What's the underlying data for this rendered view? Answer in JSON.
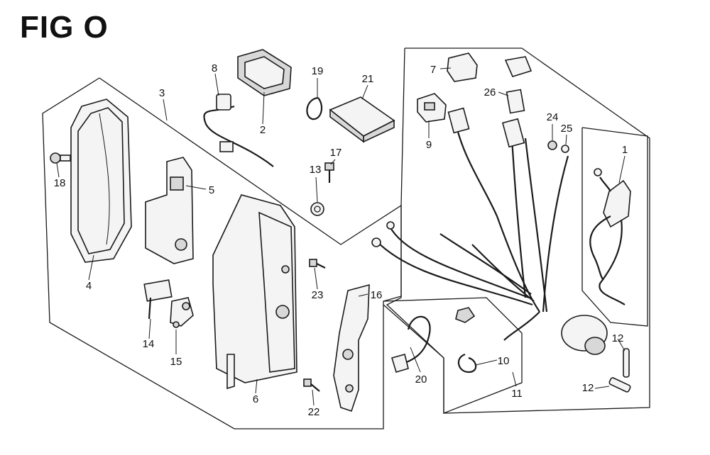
{
  "figure": {
    "title": "FIG O"
  },
  "callouts": [
    {
      "id": "c1",
      "label": "1"
    },
    {
      "id": "c2",
      "label": "2"
    },
    {
      "id": "c3",
      "label": "3"
    },
    {
      "id": "c4",
      "label": "4"
    },
    {
      "id": "c5",
      "label": "5"
    },
    {
      "id": "c6",
      "label": "6"
    },
    {
      "id": "c7",
      "label": "7"
    },
    {
      "id": "c8",
      "label": "8"
    },
    {
      "id": "c9",
      "label": "9"
    },
    {
      "id": "c10",
      "label": "10"
    },
    {
      "id": "c11",
      "label": "11"
    },
    {
      "id": "c12a",
      "label": "12"
    },
    {
      "id": "c12b",
      "label": "12"
    },
    {
      "id": "c13",
      "label": "13"
    },
    {
      "id": "c14",
      "label": "14"
    },
    {
      "id": "c15",
      "label": "15"
    },
    {
      "id": "c16",
      "label": "16"
    },
    {
      "id": "c17",
      "label": "17"
    },
    {
      "id": "c18",
      "label": "18"
    },
    {
      "id": "c19",
      "label": "19"
    },
    {
      "id": "c20",
      "label": "20"
    },
    {
      "id": "c21",
      "label": "21"
    },
    {
      "id": "c22",
      "label": "22"
    },
    {
      "id": "c23",
      "label": "23"
    },
    {
      "id": "c24",
      "label": "24"
    },
    {
      "id": "c25",
      "label": "25"
    },
    {
      "id": "c26",
      "label": "26"
    }
  ]
}
